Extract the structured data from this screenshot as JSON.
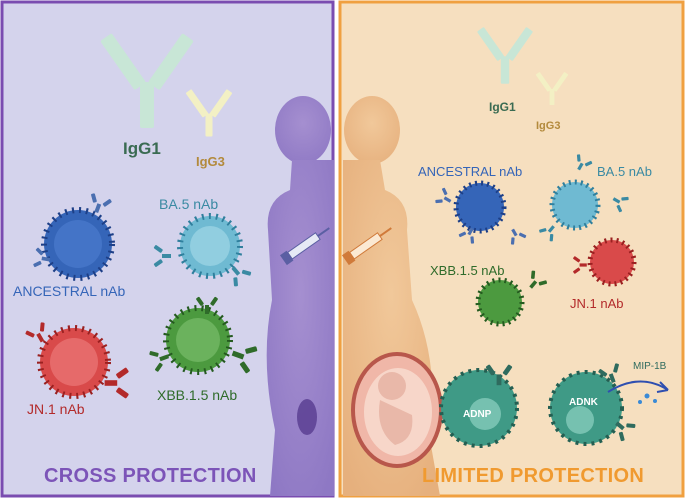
{
  "left_panel": {
    "title": "CROSS PROTECTION",
    "igg1": "IgG1",
    "igg3": "IgG3",
    "ba5": "BA.5 nAb",
    "ancestral": "ANCESTRAL nAb",
    "jn1": "JN.1 nAb",
    "xbb": "XBB.1.5 nAb"
  },
  "right_panel": {
    "title": "LIMITED PROTECTION",
    "igg1": "IgG1",
    "igg3": "IgG3",
    "ancestral": "ANCESTRAL nAb",
    "ba5": "BA.5 nAb",
    "xbb": "XBB.1.5 nAb",
    "jn1": "JN.1 nAb",
    "adnp": "ADNP",
    "adnk": "ADNK",
    "mip": "MIP-1B"
  },
  "colors": {
    "left_bg": "#d4d3ec",
    "left_border": "#7a4cb0",
    "right_bg": "#f6dfbf",
    "right_border": "#f0a040",
    "igg1": "#3a6b52",
    "igg3": "#b38a3c",
    "ancestral": "#3565b8",
    "ba5": "#3a8aa3",
    "xbb": "#2f6b2a",
    "jn1": "#b32a2a",
    "left_title": "#7c54b8",
    "right_title": "#f09a30"
  }
}
